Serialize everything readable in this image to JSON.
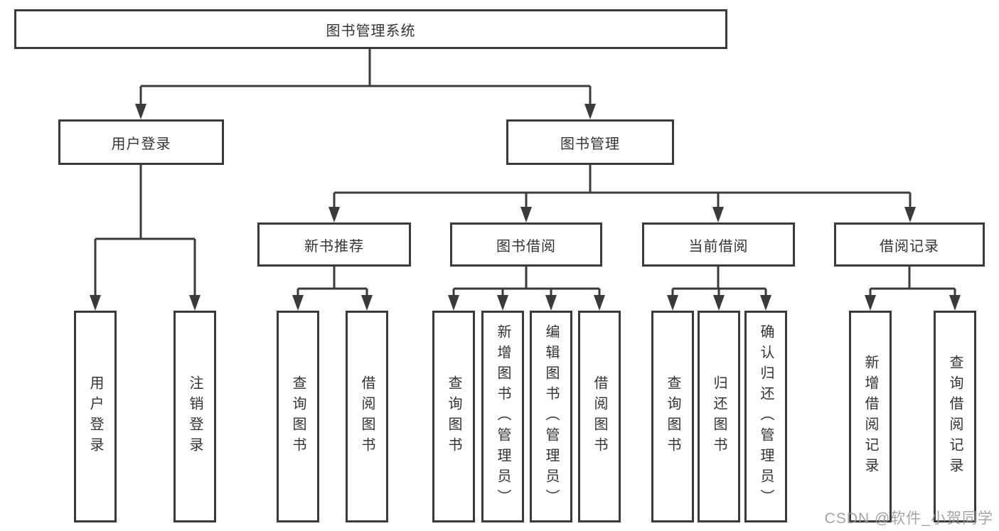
{
  "colors": {
    "line": "#3a3a3a",
    "text": "#333333",
    "background": "#ffffff",
    "watermark": "#9a9a9a"
  },
  "watermark": "CSDN @软件_小贺同学",
  "tree": {
    "label": "图书管理系统",
    "children": [
      {
        "label": "用户登录",
        "children": [
          {
            "label": "用户登录"
          },
          {
            "label": "注销登录"
          }
        ]
      },
      {
        "label": "图书管理",
        "children": [
          {
            "label": "新书推荐",
            "children": [
              {
                "label": "查询图书"
              },
              {
                "label": "借阅图书"
              }
            ]
          },
          {
            "label": "图书借阅",
            "children": [
              {
                "label": "查询图书"
              },
              {
                "label": "新增图书（管理员）"
              },
              {
                "label": "编辑图书（管理员）"
              },
              {
                "label": "借阅图书"
              }
            ]
          },
          {
            "label": "当前借阅",
            "children": [
              {
                "label": "查询图书"
              },
              {
                "label": "归还图书"
              },
              {
                "label": "确认归还（管理员）"
              }
            ]
          },
          {
            "label": "借阅记录",
            "children": [
              {
                "label": "新增借阅记录"
              },
              {
                "label": "查询借阅记录"
              }
            ]
          }
        ]
      }
    ]
  }
}
